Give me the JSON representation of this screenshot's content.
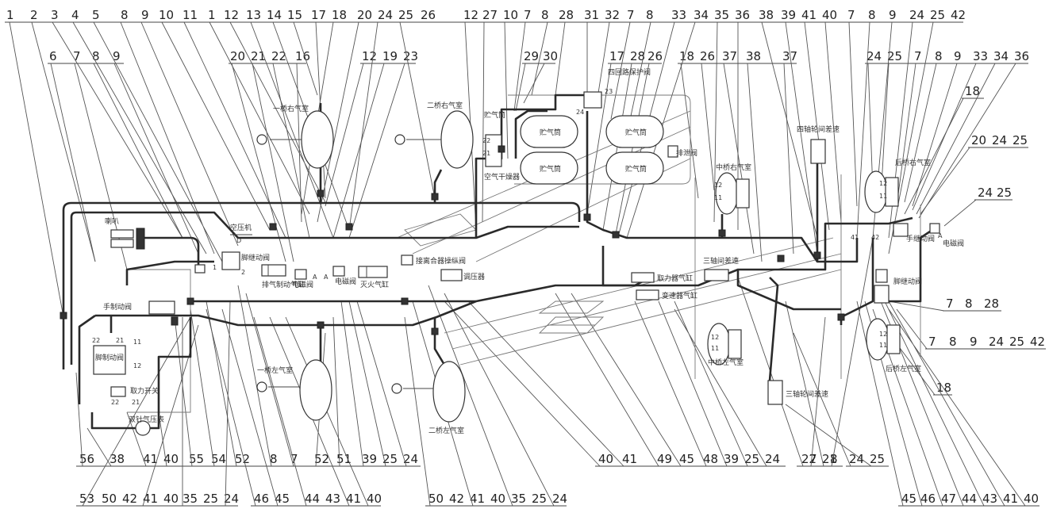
{
  "callouts": {
    "top": [
      "1",
      "2",
      "3",
      "4",
      "5",
      "8",
      "9",
      "10",
      "11",
      "1",
      "12",
      "13",
      "14",
      "15",
      "17",
      "18",
      "20",
      "24",
      "25",
      "26",
      "12",
      "27",
      "10",
      "7",
      "8",
      "28",
      "31",
      "32",
      "7",
      "8",
      "33",
      "34",
      "35",
      "36",
      "38",
      "39",
      "41",
      "40",
      "7",
      "8",
      "9",
      "24",
      "25",
      "42"
    ],
    "row2": [
      "6",
      "7",
      "8",
      "9",
      "20",
      "21",
      "22",
      "16",
      "12",
      "19",
      "23",
      "29",
      "30",
      "17",
      "28",
      "26",
      "18",
      "26",
      "37",
      "38",
      "37",
      "24",
      "25",
      "7",
      "8",
      "9",
      "33",
      "34",
      "36"
    ],
    "right": [
      "18",
      "20",
      "24",
      "25",
      "24",
      "25",
      "7",
      "8",
      "28",
      "7",
      "8",
      "9",
      "24",
      "25",
      "42",
      "18"
    ],
    "bottom1": [
      "56",
      "38",
      "41",
      "40",
      "55",
      "54",
      "52",
      "8",
      "7",
      "52",
      "51",
      "39",
      "25",
      "24",
      "40",
      "41",
      "49",
      "45",
      "48",
      "39",
      "25",
      "24",
      "22",
      "21",
      "24",
      "25",
      "7",
      "8"
    ],
    "bottom2": [
      "53",
      "50",
      "42",
      "41",
      "40",
      "35",
      "25",
      "24",
      "46",
      "45",
      "44",
      "43",
      "41",
      "40",
      "50",
      "42",
      "41",
      "40",
      "35",
      "25",
      "24",
      "45",
      "46",
      "47",
      "44",
      "43",
      "41",
      "40"
    ]
  },
  "labels": {
    "horn": "喇叭",
    "compressor": "空压机",
    "foot_relay": "脚继动阀",
    "exhaust_brake": "排气制动气缸",
    "solenoid_a": "电磁阀",
    "solenoid_b": "电磁阀",
    "flameout": "灭火气缸",
    "clutch_valve": "接离合器操纵阀",
    "booster": "调压器",
    "hand_valve": "手制动阀",
    "brake_valve": "脚制动阀",
    "power_switch": "取力开关",
    "dual_gauge": "双针气压表",
    "axle1_right": "一桥右气室",
    "axle1_left": "一桥左气室",
    "axle2_right": "二桥右气室",
    "axle2_left": "二桥左气室",
    "air_tank": "贮气筒",
    "air_dryer": "空气干燥器",
    "four_circuit": "四回路保护阀",
    "drain": "排泄阀",
    "mid_right": "中桥右气室",
    "mid_left": "中桥左气室",
    "rear_right": "后桥右气室",
    "rear_left": "后桥左气室",
    "hand_relay": "手继动阀",
    "solenoid_right": "电磁阀",
    "foot_relay_right": "脚继动阀",
    "diff_lock": "三轴间差速",
    "diff_lock_wheel": "三轴轮间差速",
    "wheel_diff_top": "四轴轮间差速",
    "pto_cyl": "取力器气缸",
    "gearbox_cyl": "变速器气缸"
  },
  "ports": {
    "p1": "1",
    "p2": "2",
    "p11": "11",
    "p12": "12",
    "p21": "21",
    "p22": "22",
    "p23": "23",
    "p24": "24",
    "p41": "41",
    "p42": "42",
    "pA": "A",
    "pD": "D"
  }
}
